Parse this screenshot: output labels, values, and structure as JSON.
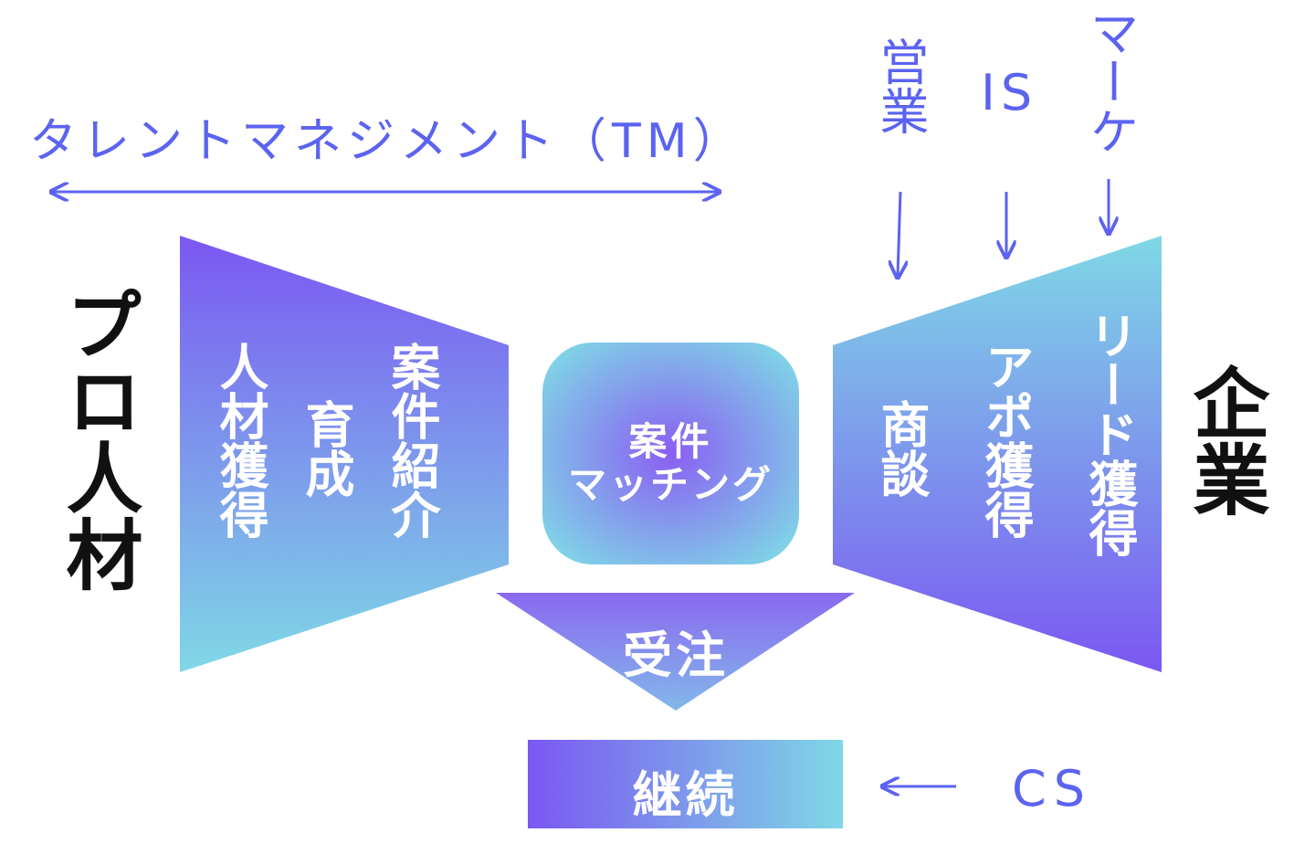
{
  "tm": {
    "label": "タレントマネジメント（TM）"
  },
  "left_side": {
    "label": "プロ人材"
  },
  "right_side": {
    "label": "企業"
  },
  "left_funnel": {
    "col1": "人材獲得",
    "col2": "育成",
    "col3": "案件紹介"
  },
  "center": {
    "line1": "案件",
    "line2": "マッチング"
  },
  "right_funnel": {
    "col1": "商談",
    "col2": "アポ獲得",
    "col3": "リード獲得"
  },
  "order": {
    "label": "受注"
  },
  "continuation": {
    "label": "継続"
  },
  "inputs": {
    "sales": "営業",
    "is": "IS",
    "marketing": "マーケ",
    "cs": "CS"
  },
  "colors": {
    "accent_blue": "#5b63f0",
    "gradient_purple": "#7b57f2",
    "gradient_cyan": "#7fd8e6"
  }
}
